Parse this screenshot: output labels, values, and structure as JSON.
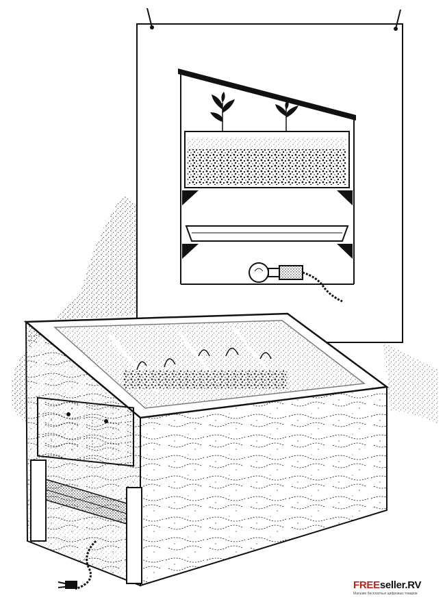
{
  "watermark": {
    "brand_free": "FREE",
    "brand_rest": "seller.RV",
    "tagline": "Магазин бесплатных цифровых товаров"
  },
  "colors": {
    "ink": "#111111",
    "paper": "#ffffff",
    "brand_red": "#c0201a"
  }
}
